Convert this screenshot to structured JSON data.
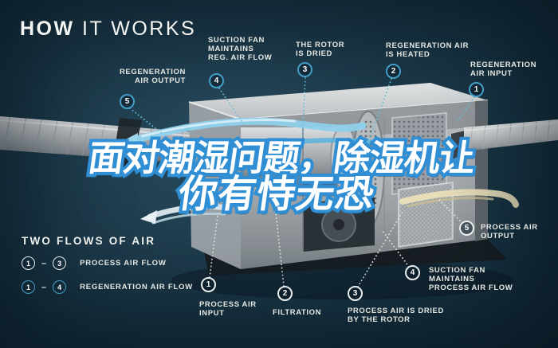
{
  "title": {
    "bold": "HOW",
    "light": " IT WORKS"
  },
  "headline": {
    "line1": "面对潮湿问题，除湿机让",
    "line2": "你有恃无恐"
  },
  "callouts": {
    "regeneration": [
      {
        "num": "5",
        "label": "REGENERATION AIR OUTPUT"
      },
      {
        "num": "4",
        "label": "SUCTION FAN MAINTAINS REG. AIR FLOW"
      },
      {
        "num": "3",
        "label": "THE ROTOR IS DRIED"
      },
      {
        "num": "2",
        "label": "REGENERATION AIR IS HEATED"
      },
      {
        "num": "1",
        "label": "REGENERATION AIR INPUT"
      }
    ],
    "process": [
      {
        "num": "1",
        "label": "PROCESS AIR INPUT"
      },
      {
        "num": "2",
        "label": "FILTRATION"
      },
      {
        "num": "3",
        "label": "PROCESS AIR IS DRIED BY THE ROTOR"
      },
      {
        "num": "4",
        "label": "SUCTION FAN MAINTAINS PROCESS AIR FLOW"
      },
      {
        "num": "5",
        "label": "PROCESS AIR OUTPUT"
      }
    ]
  },
  "legend": {
    "heading": "TWO FLOWS OF AIR",
    "separator": "–",
    "rows": [
      {
        "from": "1",
        "to": "3",
        "label": "PROCESS AIR FLOW",
        "ring": "white"
      },
      {
        "from": "1",
        "to": "4",
        "label": "REGENERATION AIR FLOW",
        "ring": "blue"
      }
    ]
  },
  "colors": {
    "background": "#1d3a4b",
    "label_text": "#e5e8e2",
    "ring_blue": "#429fc7",
    "ring_white": "#e9edee",
    "headline_fill": "#ffffff",
    "headline_outline": "#2f8ed4",
    "heater_orange": "#f08a30",
    "cream_ribbon": "#e9dfb9",
    "airflow_blue": "#8fd1ec"
  }
}
